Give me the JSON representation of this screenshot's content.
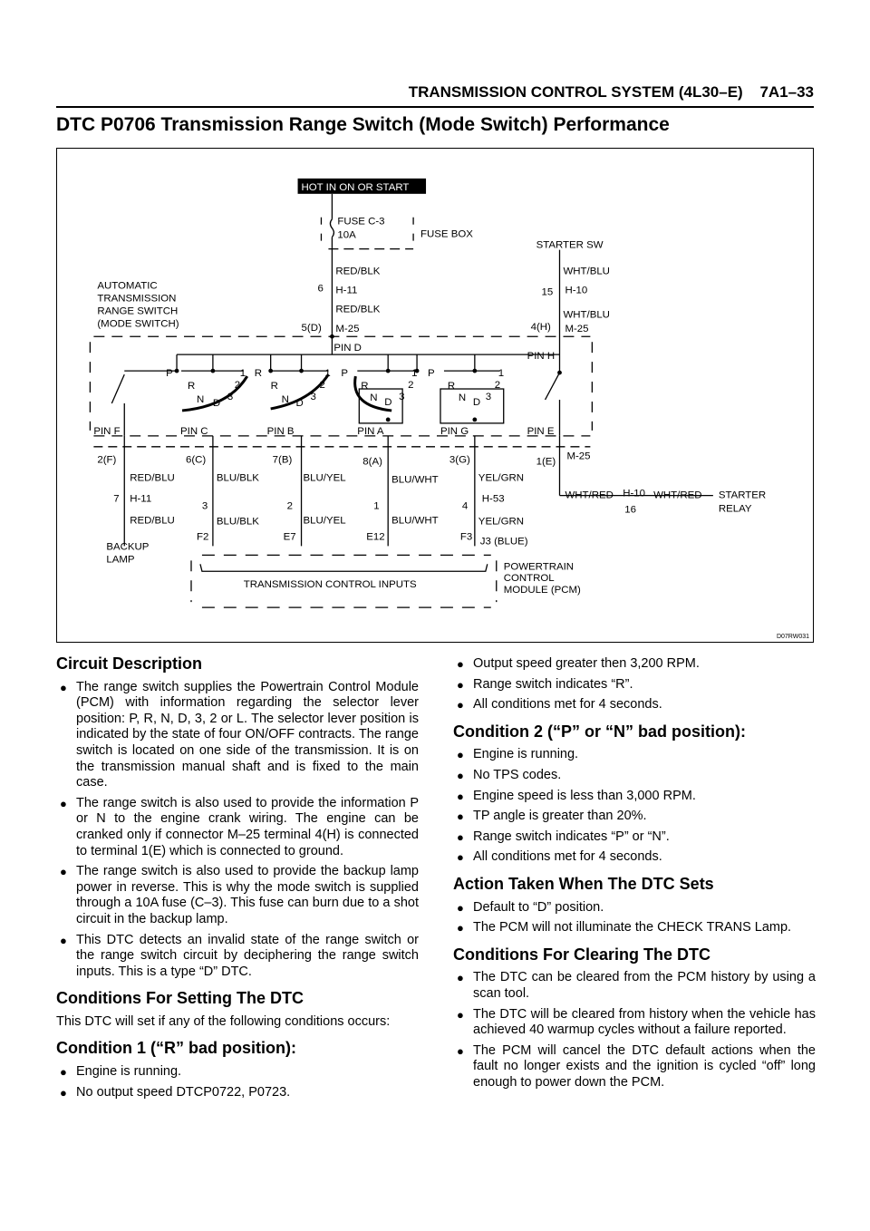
{
  "header": {
    "section": "TRANSMISSION CONTROL SYSTEM (4L30–E)",
    "page": "7A1–33"
  },
  "title": "DTC P0706 Transmission Range Switch (Mode Switch) Performance",
  "diagram": {
    "code": "D07RW031",
    "hot_label": "HOT IN ON OR START",
    "fuse_label": "FUSE C-3",
    "fuse_rating": "10A",
    "fuse_box": "FUSE BOX",
    "starter_sw": "STARTER SW",
    "switch_title": [
      "AUTOMATIC",
      "TRANSMISSION",
      "RANGE SWITCH",
      "(MODE SWITCH)"
    ],
    "wire_red_blk": "RED/BLK",
    "wire_wht_blu": "WHT/BLU",
    "wire_red_blu": "RED/BLU",
    "wire_blu_blk": "BLU/BLK",
    "wire_blu_yel": "BLU/YEL",
    "wire_blu_wht": "BLU/WHT",
    "wire_yel_grn": "YEL/GRN",
    "wire_wht_red": "WHT/RED",
    "conn_h11": "H-11",
    "conn_h10": "H-10",
    "conn_m25": "M-25",
    "conn_h53": "H-53",
    "conn_j3": "J3 (BLUE)",
    "pin_6": "6",
    "pin_15": "15",
    "pin_5d": "5(D)",
    "pin_4h": "4(H)",
    "pin_2f": "2(F)",
    "pin_6c": "6(C)",
    "pin_7b": "7(B)",
    "pin_8a": "8(A)",
    "pin_3g": "3(G)",
    "pin_1e": "1(E)",
    "pin_7": "7",
    "pin_3": "3",
    "pin_2": "2",
    "pin_1": "1",
    "pin_4": "4",
    "pin_16": "16",
    "pin_d": "PIN D",
    "pin_h": "PIN H",
    "pin_f": "PIN F",
    "pin_c": "PIN C",
    "pin_b": "PIN B",
    "pin_a": "PIN A",
    "pin_g": "PIN G",
    "pin_e": "PIN E",
    "pcm_f2": "F2",
    "pcm_e7": "E7",
    "pcm_e12": "E12",
    "pcm_f3": "F3",
    "pos_p": "P",
    "pos_r": "R",
    "pos_n": "N",
    "pos_d": "D",
    "pos_3": "3",
    "pos_2": "2",
    "pos_1": "1",
    "backup_lamp": [
      "BACKUP",
      "LAMP"
    ],
    "starter_relay": [
      "STARTER",
      "RELAY"
    ],
    "tci": "TRANSMISSION CONTROL INPUTS",
    "pcm": [
      "POWERTRAIN",
      "CONTROL",
      "MODULE (PCM)"
    ]
  },
  "left": {
    "h_circuit": "Circuit Description",
    "circuit": [
      "The range switch supplies the Powertrain Control Module (PCM) with information regarding the selector lever position: P, R, N, D, 3, 2 or L. The selector lever position is indicated by the state of four ON/OFF contracts. The range switch is located on one side of the transmission. It is on the transmission manual shaft and is fixed to the main case.",
      "The range switch is also used to provide the information P or N to the engine crank wiring. The engine can be cranked only if connector M–25 terminal 4(H) is connected to terminal 1(E) which is connected to ground.",
      "The range switch is also used to provide the backup lamp power in reverse. This is why the mode switch is supplied through a 10A fuse (C–3). This fuse can burn due to a shot circuit in the backup lamp.",
      "This DTC detects an invalid state of the range switch or the range switch circuit by deciphering the range switch inputs. This is a type “D” DTC."
    ],
    "h_setting": "Conditions For Setting The DTC",
    "setting_intro": "This DTC will set if any of the following conditions occurs:",
    "h_cond1": "Condition 1 (“R” bad position):",
    "cond1": [
      "Engine is running.",
      "No output speed DTCP0722, P0723."
    ]
  },
  "right": {
    "cond1_cont": [
      "Output speed greater then 3,200 RPM.",
      "Range switch indicates “R”.",
      "All conditions met for 4 seconds."
    ],
    "h_cond2": "Condition 2 (“P” or “N” bad position):",
    "cond2": [
      "Engine is running.",
      "No TPS codes.",
      "Engine speed is less than 3,000 RPM.",
      "TP angle is greater than 20%.",
      "Range switch indicates “P” or “N”.",
      "All conditions met for 4 seconds."
    ],
    "h_action": "Action Taken When The DTC Sets",
    "action": [
      "Default to “D” position.",
      "The PCM will not illuminate the CHECK TRANS Lamp."
    ],
    "h_clear": "Conditions For Clearing The DTC",
    "clear": [
      "The DTC can be cleared from the PCM history by using a scan tool.",
      "The DTC will be cleared from history when the vehicle has achieved 40 warmup cycles without a failure reported.",
      "The PCM will cancel the DTC default actions when the fault no longer exists and the ignition is cycled “off” long enough to power down the PCM."
    ]
  }
}
